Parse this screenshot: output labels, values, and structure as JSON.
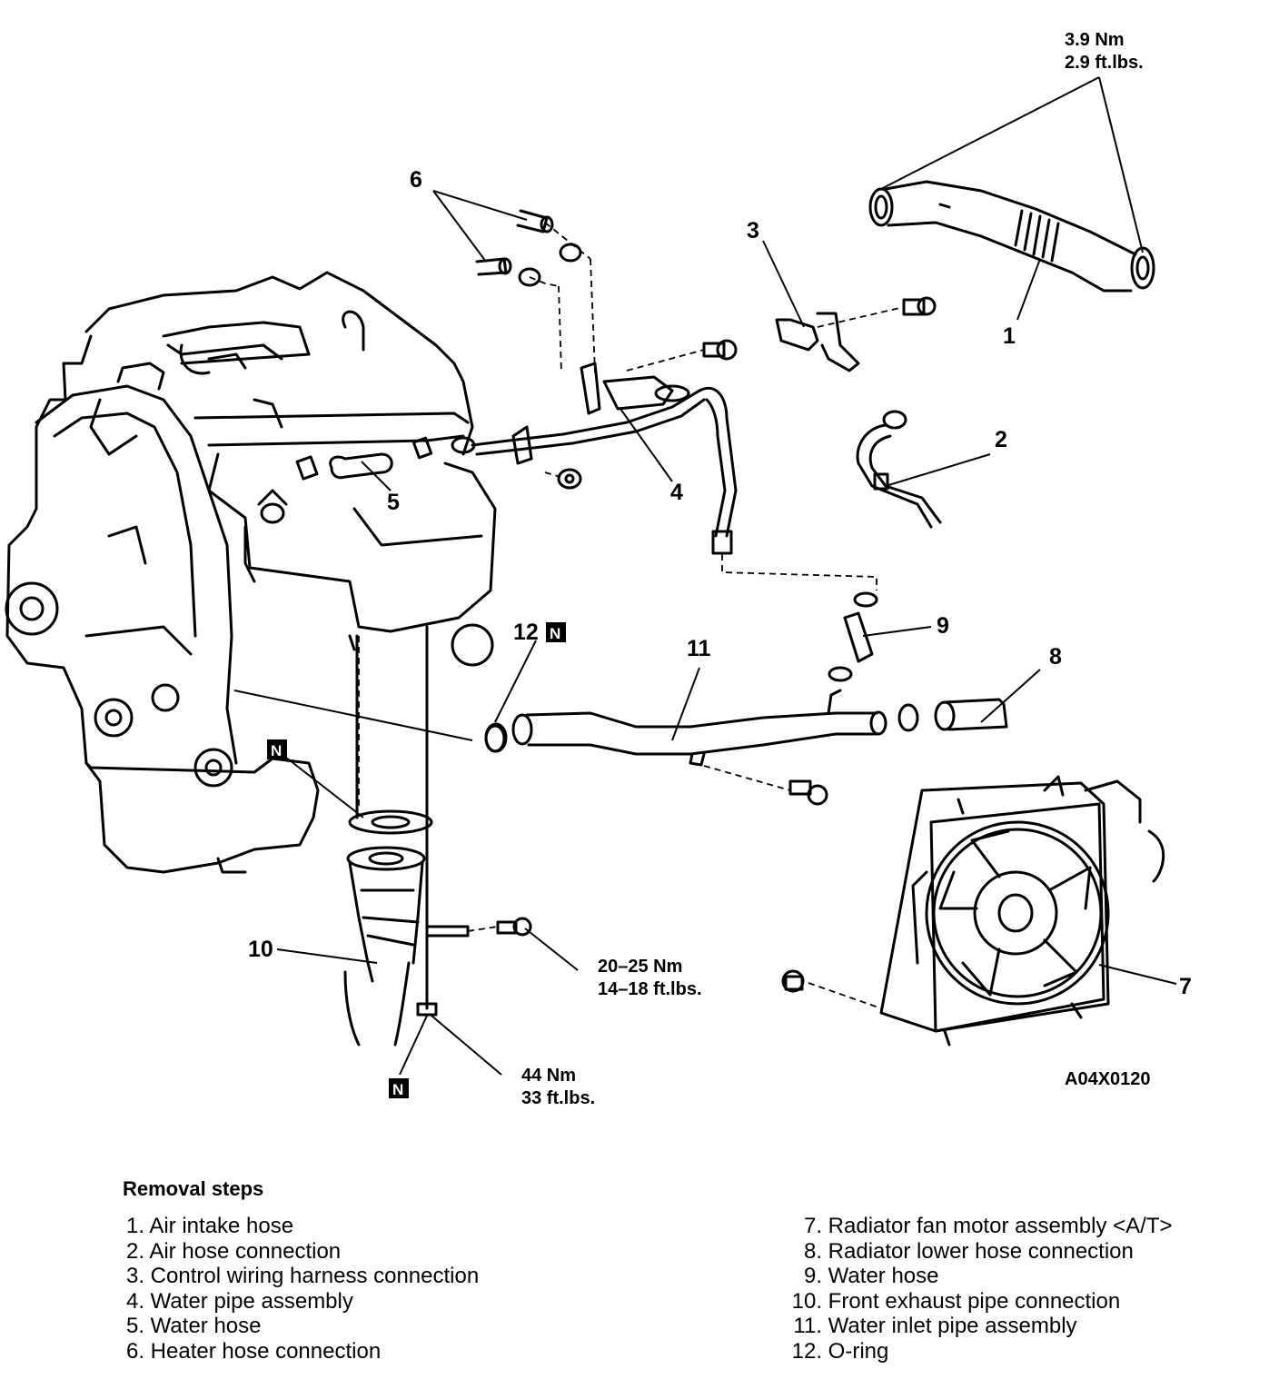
{
  "callouts": {
    "c1": "1",
    "c2": "2",
    "c3": "3",
    "c4": "4",
    "c5": "5",
    "c6": "6",
    "c7": "7",
    "c8": "8",
    "c9": "9",
    "c10": "10",
    "c11": "11",
    "c12": "12"
  },
  "badge_letter": "N",
  "torque": {
    "t1_line1": "3.9 Nm",
    "t1_line2": "2.9 ft.lbs.",
    "t2_line1": "20–25 Nm",
    "t2_line2": "14–18 ft.lbs.",
    "t3_line1": "44 Nm",
    "t3_line2": "33 ft.lbs."
  },
  "figure_id": "A04X0120",
  "steps": {
    "title": "Removal steps",
    "items": [
      {
        "num": "1.",
        "text": "Air intake hose"
      },
      {
        "num": "2.",
        "text": "Air hose connection"
      },
      {
        "num": "3.",
        "text": "Control wiring harness connection"
      },
      {
        "num": "4.",
        "text": "Water pipe assembly"
      },
      {
        "num": "5.",
        "text": "Water hose"
      },
      {
        "num": "6.",
        "text": "Heater hose connection"
      },
      {
        "num": "7.",
        "text": "Radiator fan motor assembly <A/T>"
      },
      {
        "num": "8.",
        "text": "Radiator lower hose connection"
      },
      {
        "num": "9.",
        "text": "Water hose"
      },
      {
        "num": "10.",
        "text": "Front exhaust pipe connection"
      },
      {
        "num": "11.",
        "text": "Water inlet pipe assembly"
      },
      {
        "num": "12.",
        "text": "O-ring"
      }
    ]
  }
}
